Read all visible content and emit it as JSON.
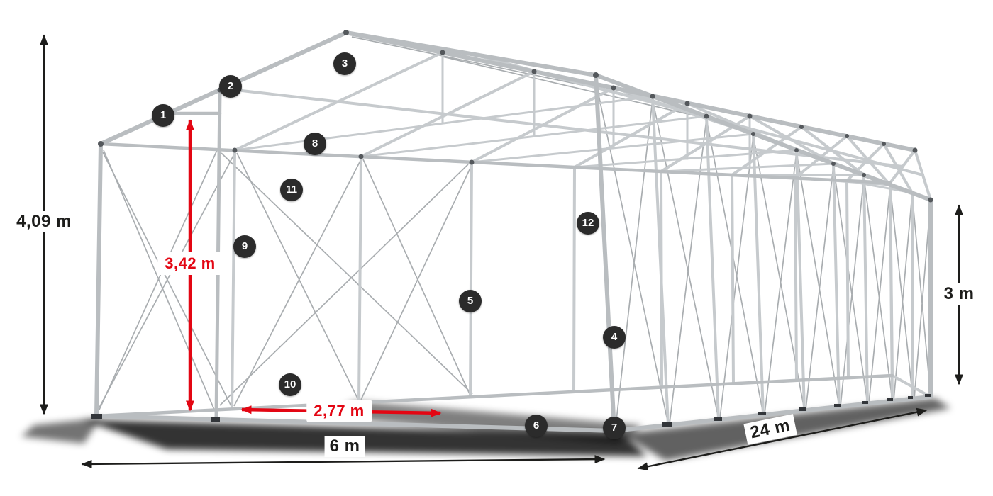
{
  "diagram": {
    "subject": "tent-frame-construction-diagram"
  },
  "badges": [
    "1",
    "2",
    "3",
    "4",
    "5",
    "6",
    "7",
    "8",
    "9",
    "10",
    "11",
    "12"
  ],
  "dimensions": {
    "total_height": "4,09 m",
    "clear_height": "3,42 m",
    "side_height": "3 m",
    "width": "6 m",
    "length": "24 m",
    "clear_width": "2,77 m"
  },
  "colors": {
    "dimension_red": "#e30613",
    "dimension_black": "#1d1d1b",
    "badge_background": "#2b2b2b",
    "frame_main": "#b9bdc0",
    "frame_secondary": "#c6cacd",
    "brace_wire": "#a9adb0"
  }
}
